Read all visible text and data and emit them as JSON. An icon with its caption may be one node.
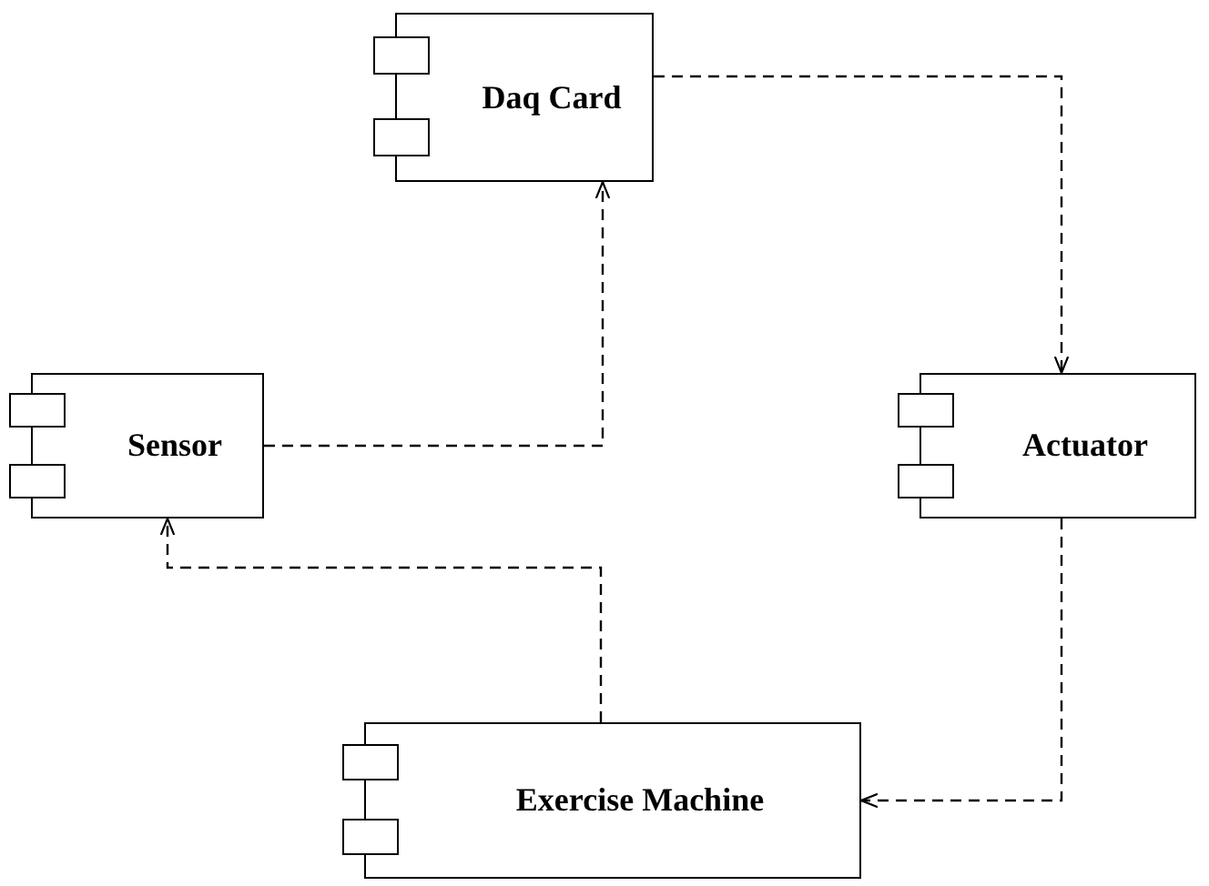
{
  "diagram": {
    "nodes": [
      {
        "text": [
          "Daq Card"
        ]
      },
      {
        "text": [
          "Sensor"
        ]
      },
      {
        "text": [
          "Actuator"
        ]
      },
      {
        "text": [
          "Exercise Machine"
        ]
      }
    ],
    "edges": [
      {
        "from": 1,
        "to": 0,
        "arrow": "to",
        "style": "dashed"
      },
      {
        "from": 0,
        "to": 2,
        "arrow": "to",
        "style": "dashed"
      },
      {
        "from": 2,
        "to": 3,
        "arrow": "to",
        "style": "dashed"
      },
      {
        "from": 3,
        "to": 1,
        "arrow": "to",
        "style": "dashed"
      }
    ]
  }
}
